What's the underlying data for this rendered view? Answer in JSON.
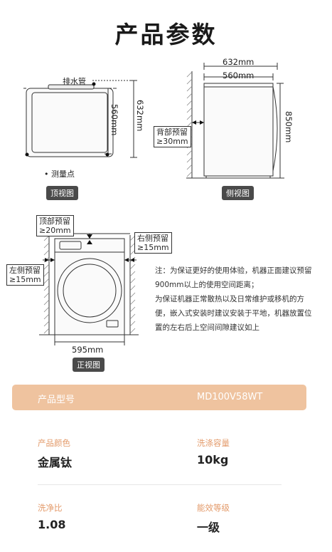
{
  "title": "产品参数",
  "top_view": {
    "drain_label": "排水管",
    "dim_inner": "560mm",
    "dim_outer": "632mm",
    "measure_point": "• 测量点",
    "tag": "顶视图"
  },
  "side_view": {
    "dim_top_outer": "632mm",
    "dim_top_inner": "560mm",
    "height": "850mm",
    "rear_clearance_title": "背部预留",
    "rear_clearance_value": "≥30mm",
    "tag": "侧视图"
  },
  "front_view": {
    "top_clearance_title": "顶部预留",
    "top_clearance_value": "≥20mm",
    "right_clearance_title": "右侧预留",
    "right_clearance_value": "≥15mm",
    "left_clearance_title": "左侧预留",
    "left_clearance_value": "≥15mm",
    "width": "595mm",
    "tag": "正视图"
  },
  "notes": [
    "注：为保证更好的使用体验，机器正面建议预留900mm以上的使用空间距离；",
    "为保证机器正常散热以及日常维护或移机的方便，嵌入式安装时建议安装于平地，机器放置位置的左右后上空间间隙建议如上"
  ],
  "model": {
    "label": "产品型号",
    "value": "MD100V58WT"
  },
  "specs": [
    {
      "label": "产品颜色",
      "value": "金属钛"
    },
    {
      "label": "洗涤容量",
      "value": "10kg"
    },
    {
      "label": "洗净比",
      "value": "1.08"
    },
    {
      "label": "能效等级",
      "value": "一级"
    }
  ],
  "colors": {
    "accent_bar": "#efc39f",
    "spec_label": "#e39a6a",
    "tag_bg": "#4a4a4a"
  }
}
